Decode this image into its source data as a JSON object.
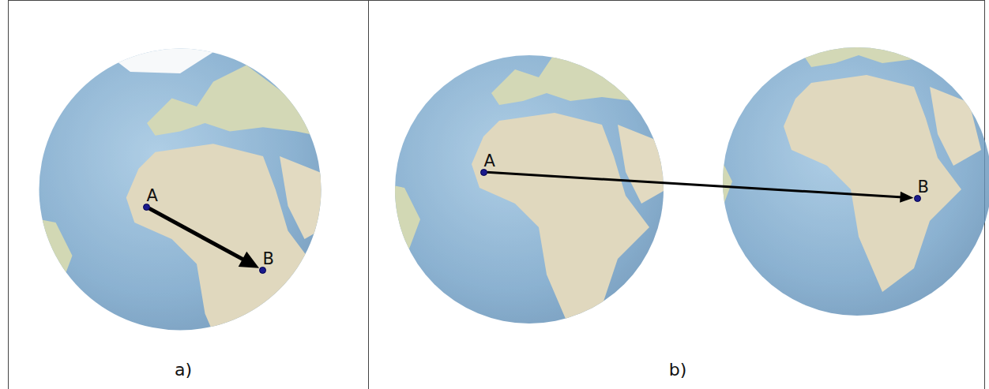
{
  "diagram": {
    "nodes": [
      {
        "text": [
          "A"
        ]
      },
      {
        "text": [
          "B"
        ]
      },
      {
        "text": [
          "A"
        ]
      },
      {
        "text": [
          "B"
        ]
      }
    ],
    "edges": [
      {
        "from": 0,
        "to": 1,
        "arrow": "to"
      },
      {
        "from": 2,
        "to": 3,
        "arrow": "to"
      }
    ],
    "labels": [
      "a)",
      "b)"
    ]
  }
}
